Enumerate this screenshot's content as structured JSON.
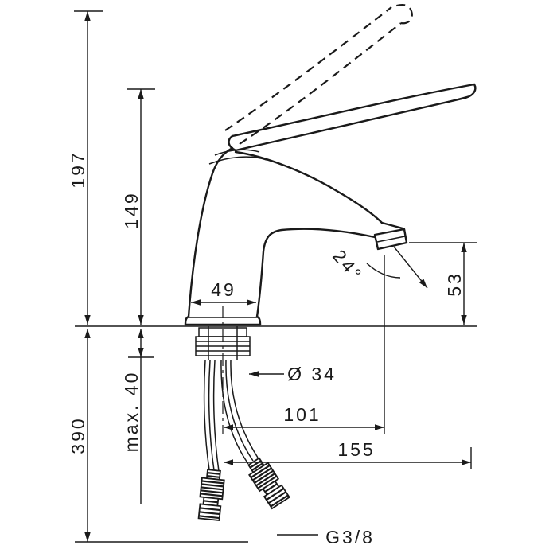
{
  "drawing": {
    "background_color": "#ffffff",
    "line_color": "#1a1a1a",
    "labels": {
      "total_height": "197",
      "height_to_lever": "149",
      "outlet_height": "53",
      "body_width": "49",
      "spray_angle": "24°",
      "shank_diameter": "Ø 34",
      "spout_reach": "101",
      "overall_depth": "155",
      "hose_length": "390",
      "max_mounting_thickness": "max. 40",
      "connection_thread": "G3/8"
    }
  }
}
